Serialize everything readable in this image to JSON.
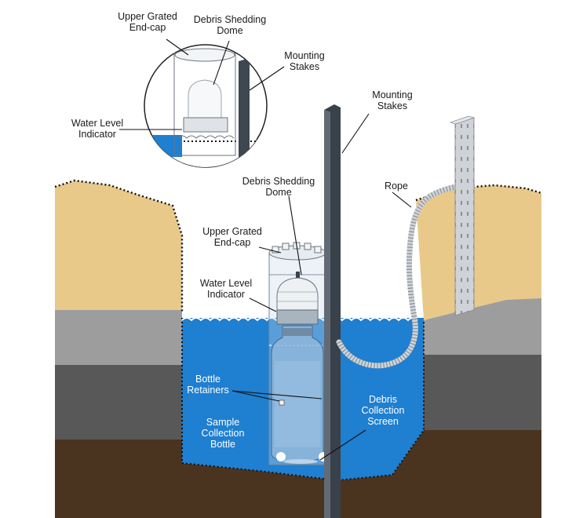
{
  "labels": {
    "inset_upper_grated_endcap": "Upper Grated\nEnd-cap",
    "inset_debris_shedding_dome": "Debris Shedding\nDome",
    "inset_mounting_stakes": "Mounting\nStakes",
    "inset_water_level_indicator": "Water Level\nIndicator",
    "mounting_stakes": "Mounting\nStakes",
    "rope": "Rope",
    "debris_shedding_dome": "Debris Shedding\nDome",
    "upper_grated_endcap": "Upper Grated\nEnd-cap",
    "water_level_indicator": "Water Level\nIndicator",
    "bottle_retainers": "Bottle\nRetainers",
    "sample_collection_bottle": "Sample\nCollection\nBottle",
    "debris_collection_screen": "Debris\nCollection\nScreen"
  },
  "colors": {
    "sand": "#e9c98a",
    "gray_layer": "#9d9d9d",
    "dark_layer": "#585858",
    "brown_layer": "#4a3420",
    "water": "#1f7fd0",
    "stake": "#4d5560"
  }
}
